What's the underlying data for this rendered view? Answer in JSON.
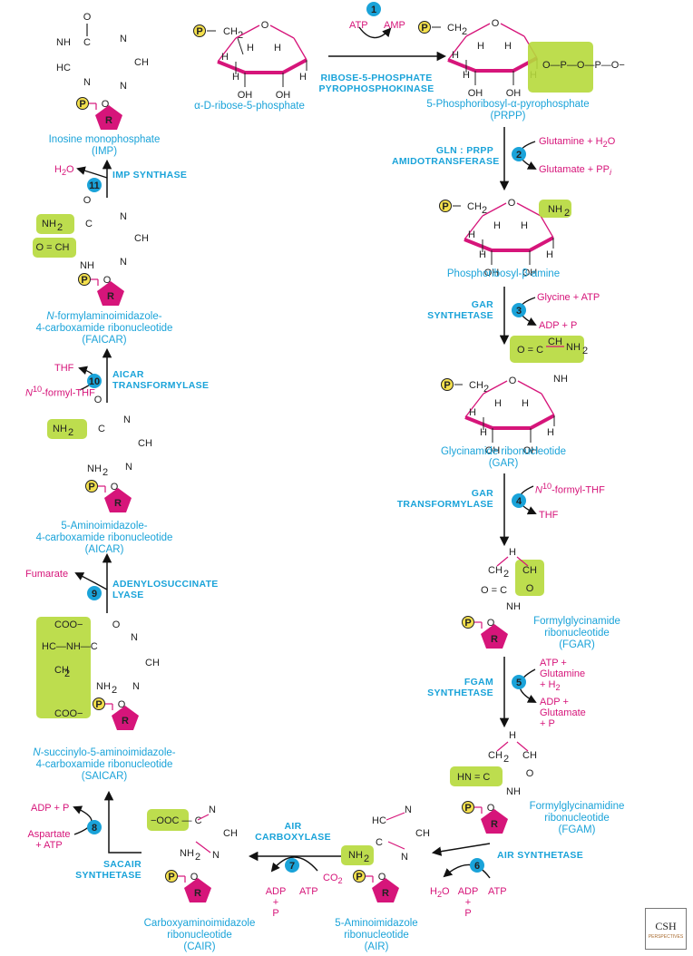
{
  "colors": {
    "magenta": "#d6157a",
    "cyan": "#1aa3d9",
    "highlight": "#b6d93b",
    "phosphate": "#f4e04d",
    "arrow": "#111111"
  },
  "steps": [
    {
      "n": "1",
      "enzyme_lines": [
        "RIBOSE-5-PHOSPHATE",
        "PYROPHOSPHOKINASE"
      ],
      "in": [
        "ATP"
      ],
      "out": [
        "AMP"
      ]
    },
    {
      "n": "2",
      "enzyme_lines": [
        "GLN : PRPP",
        "AMIDOTRANSFERASE"
      ],
      "in": [
        "Glutamine + H",
        "2",
        "O"
      ],
      "out": [
        "Glutamate + PP",
        "i"
      ]
    },
    {
      "n": "3",
      "enzyme_lines": [
        "GAR",
        "SYNTHETASE"
      ],
      "in": [
        "Glycine + ATP"
      ],
      "out": [
        "ADP + P"
      ]
    },
    {
      "n": "4",
      "enzyme_lines": [
        "GAR",
        "TRANSFORMYLASE"
      ],
      "in": [
        "N",
        "10",
        "-formyl-THF"
      ],
      "out": [
        "THF"
      ]
    },
    {
      "n": "5",
      "enzyme_lines": [
        "FGAM",
        "SYNTHETASE"
      ],
      "in": [
        "ATP +",
        "Glutamine",
        "+ H",
        "2",
        "O"
      ],
      "out": [
        "ADP +",
        "Glutamate",
        "+ P"
      ]
    },
    {
      "n": "6",
      "enzyme_lines": [
        "AIR SYNTHETASE"
      ],
      "in": [
        "ATP"
      ],
      "out": [
        "H",
        "2",
        "O",
        "ADP",
        "+",
        "P"
      ]
    },
    {
      "n": "7",
      "enzyme_lines": [
        "AIR",
        "CARBOXYLASE"
      ],
      "in": [
        "CO",
        "2",
        "ATP"
      ],
      "out": [
        "ADP",
        "+",
        "P"
      ]
    },
    {
      "n": "8",
      "enzyme_lines": [
        "SACAIR",
        "SYNTHETASE"
      ],
      "in": [
        "Aspartate",
        "+ ATP"
      ],
      "out": [
        "ADP + P"
      ]
    },
    {
      "n": "9",
      "enzyme_lines": [
        "ADENYLOSUCCINATE",
        "LYASE"
      ],
      "in": [],
      "out": [
        "Fumarate"
      ]
    },
    {
      "n": "10",
      "enzyme_lines": [
        "AICAR",
        "TRANSFORMYLASE"
      ],
      "in": [
        "N",
        "10",
        "-formyl-THF"
      ],
      "out": [
        "THF"
      ]
    },
    {
      "n": "11",
      "enzyme_lines": [
        "IMP SYNTHASE"
      ],
      "in": [],
      "out": [
        "H",
        "2",
        "O"
      ]
    }
  ],
  "compounds": {
    "r5p": [
      "α-D-ribose-5-phosphate"
    ],
    "prpp": [
      "5-Phosphoribosyl-α-pyrophosphate",
      "(PRPP)"
    ],
    "pra": [
      "Phosphoribosyl-β-amine"
    ],
    "gar": [
      "Glycinamide ribonucleotide",
      "(GAR)"
    ],
    "fgar": [
      "Formylglycinamide",
      "ribonucleotide",
      "(FGAR)"
    ],
    "fgam": [
      "Formylglycinamidine",
      "ribonucleotide",
      "(FGAM)"
    ],
    "air": [
      "5-Aminoimidazole",
      "ribonucleotide",
      "(AIR)"
    ],
    "cair": [
      "Carboxyaminoimidazole",
      "ribonucleotide",
      "(CAIR)"
    ],
    "saicar": [
      "N",
      "-succinylo-5-aminoimidazole-",
      "4-carboxamide ribonucleotide",
      "(SAICAR)"
    ],
    "aicar": [
      "5-Aminoimidazole-",
      "4-carboxamide ribonucleotide",
      "(AICAR)"
    ],
    "faicar": [
      "N",
      "-formylaminoimidazole-",
      "4-carboxamide ribonucleotide",
      "(FAICAR)"
    ],
    "imp": [
      "Inosine monophosphate",
      "(IMP)"
    ]
  },
  "atoms": {
    "P": "P",
    "R": "R",
    "C": "C",
    "H": "H",
    "N": "N",
    "O": "O",
    "OH": "OH",
    "NH": "NH",
    "NH2": "NH",
    "CH": "CH",
    "CH2": "CH",
    "HC": "HC",
    "HN": "HN",
    "HN_ring": "N",
    "COO": "COO",
    "OOC": "OOC",
    "sub2": "2",
    "minus": "−",
    "eq": "="
  },
  "logo": {
    "top": "CSH",
    "bottom": "PERSPECTIVES"
  }
}
